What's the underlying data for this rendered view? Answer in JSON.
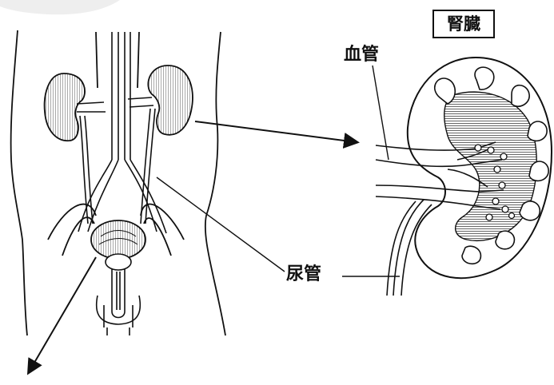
{
  "labels": {
    "kidney": "腎臓",
    "blood_vessel": "血管",
    "ureter": "尿管"
  },
  "colors": {
    "stroke": "#111111",
    "hatch": "#555555",
    "background": "#ffffff",
    "corner_blob": "#eeeeee"
  }
}
